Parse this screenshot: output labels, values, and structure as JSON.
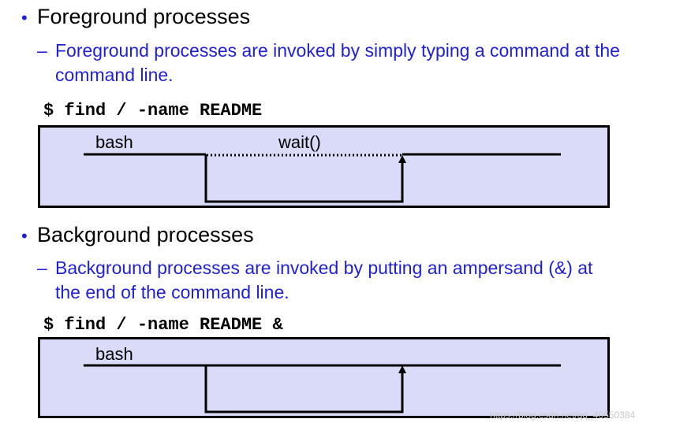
{
  "sections": [
    {
      "bullet": "•",
      "heading": "Foreground processes",
      "dash": "–",
      "desc_line1": "Foreground processes are invoked by simply typing a command at the",
      "desc_line2": "command line.",
      "command": "$ find / -name README",
      "diagram": {
        "bash_label": "bash",
        "wait_label": "wait()"
      }
    },
    {
      "bullet": "•",
      "heading": "Background processes",
      "dash": "–",
      "desc_line1": "Background processes are invoked by putting an ampersand (&) at",
      "desc_line2": "the end of the command line.",
      "command": "$ find / -name README &",
      "diagram": {
        "bash_label": "bash"
      }
    }
  ],
  "watermark": "https://blog.csdn.net/qq_40550384",
  "colors": {
    "heading_text": "#000000",
    "accent_blue": "#1f1fd6",
    "box_fill": "#d9dbf8",
    "line": "#000000"
  }
}
